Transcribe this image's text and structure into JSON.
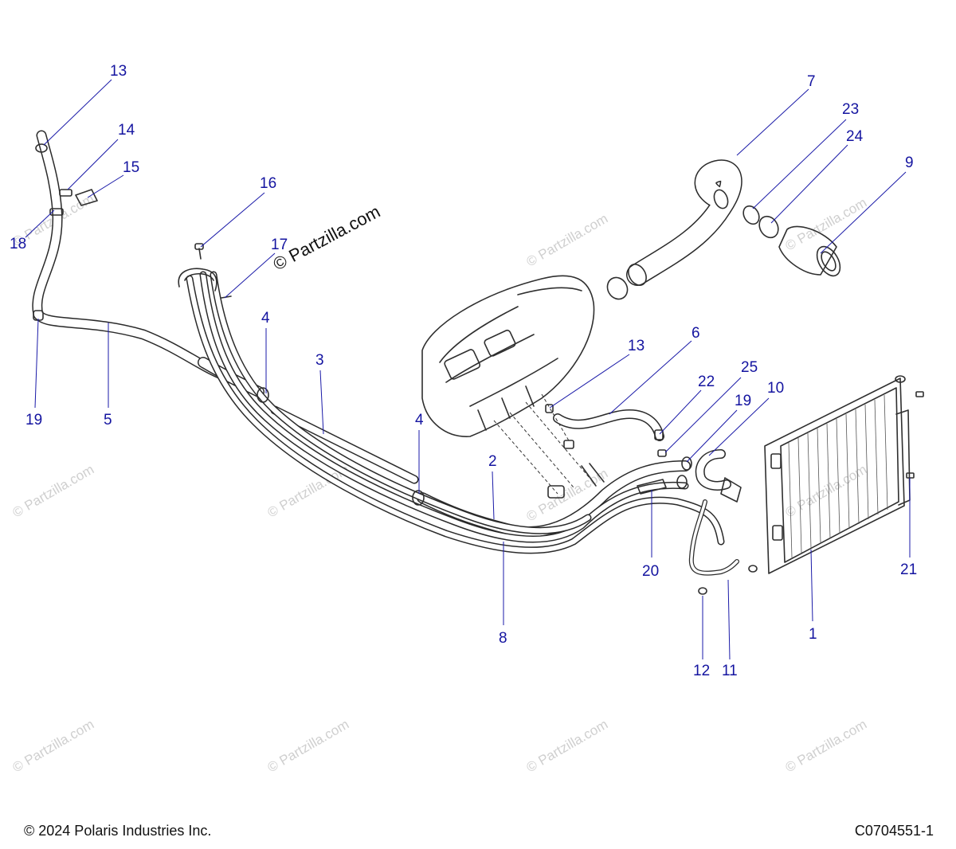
{
  "diagram": {
    "watermark_main": "© Partzilla.com",
    "watermark_faint": "© Partzilla.com",
    "callouts": {
      "c13a": "13",
      "c14": "14",
      "c15": "15",
      "c18": "18",
      "c19a": "19",
      "c5": "5",
      "c16": "16",
      "c17": "17",
      "c4a": "4",
      "c3": "3",
      "c4b": "4",
      "c13b": "13",
      "c6": "6",
      "c2": "2",
      "c8": "8",
      "c22": "22",
      "c25": "25",
      "c19b": "19",
      "c10": "10",
      "c20": "20",
      "c7": "7",
      "c23": "23",
      "c24": "24",
      "c9": "9",
      "c1": "1",
      "c21": "21",
      "c12": "12",
      "c11": "11"
    }
  },
  "footer": {
    "copyright": "© 2024 Polaris Industries Inc.",
    "code": "C0704551-1"
  }
}
